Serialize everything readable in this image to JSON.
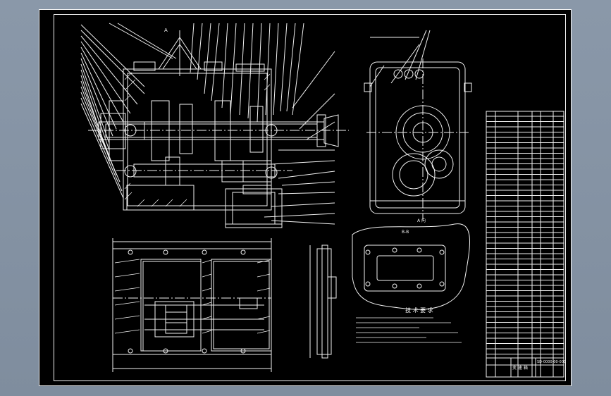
{
  "drawing": {
    "technical_requirements_title": "技 术 要 求",
    "section_label_top": "A",
    "view_a_label": "A 向",
    "view_b_label": "B-B",
    "title_block_name": "变 速 箱",
    "drawing_number": "SD-0000-00-000"
  },
  "colors": {
    "background": "#8795a6",
    "paper": "#000000",
    "line": "#f2f2f2"
  }
}
